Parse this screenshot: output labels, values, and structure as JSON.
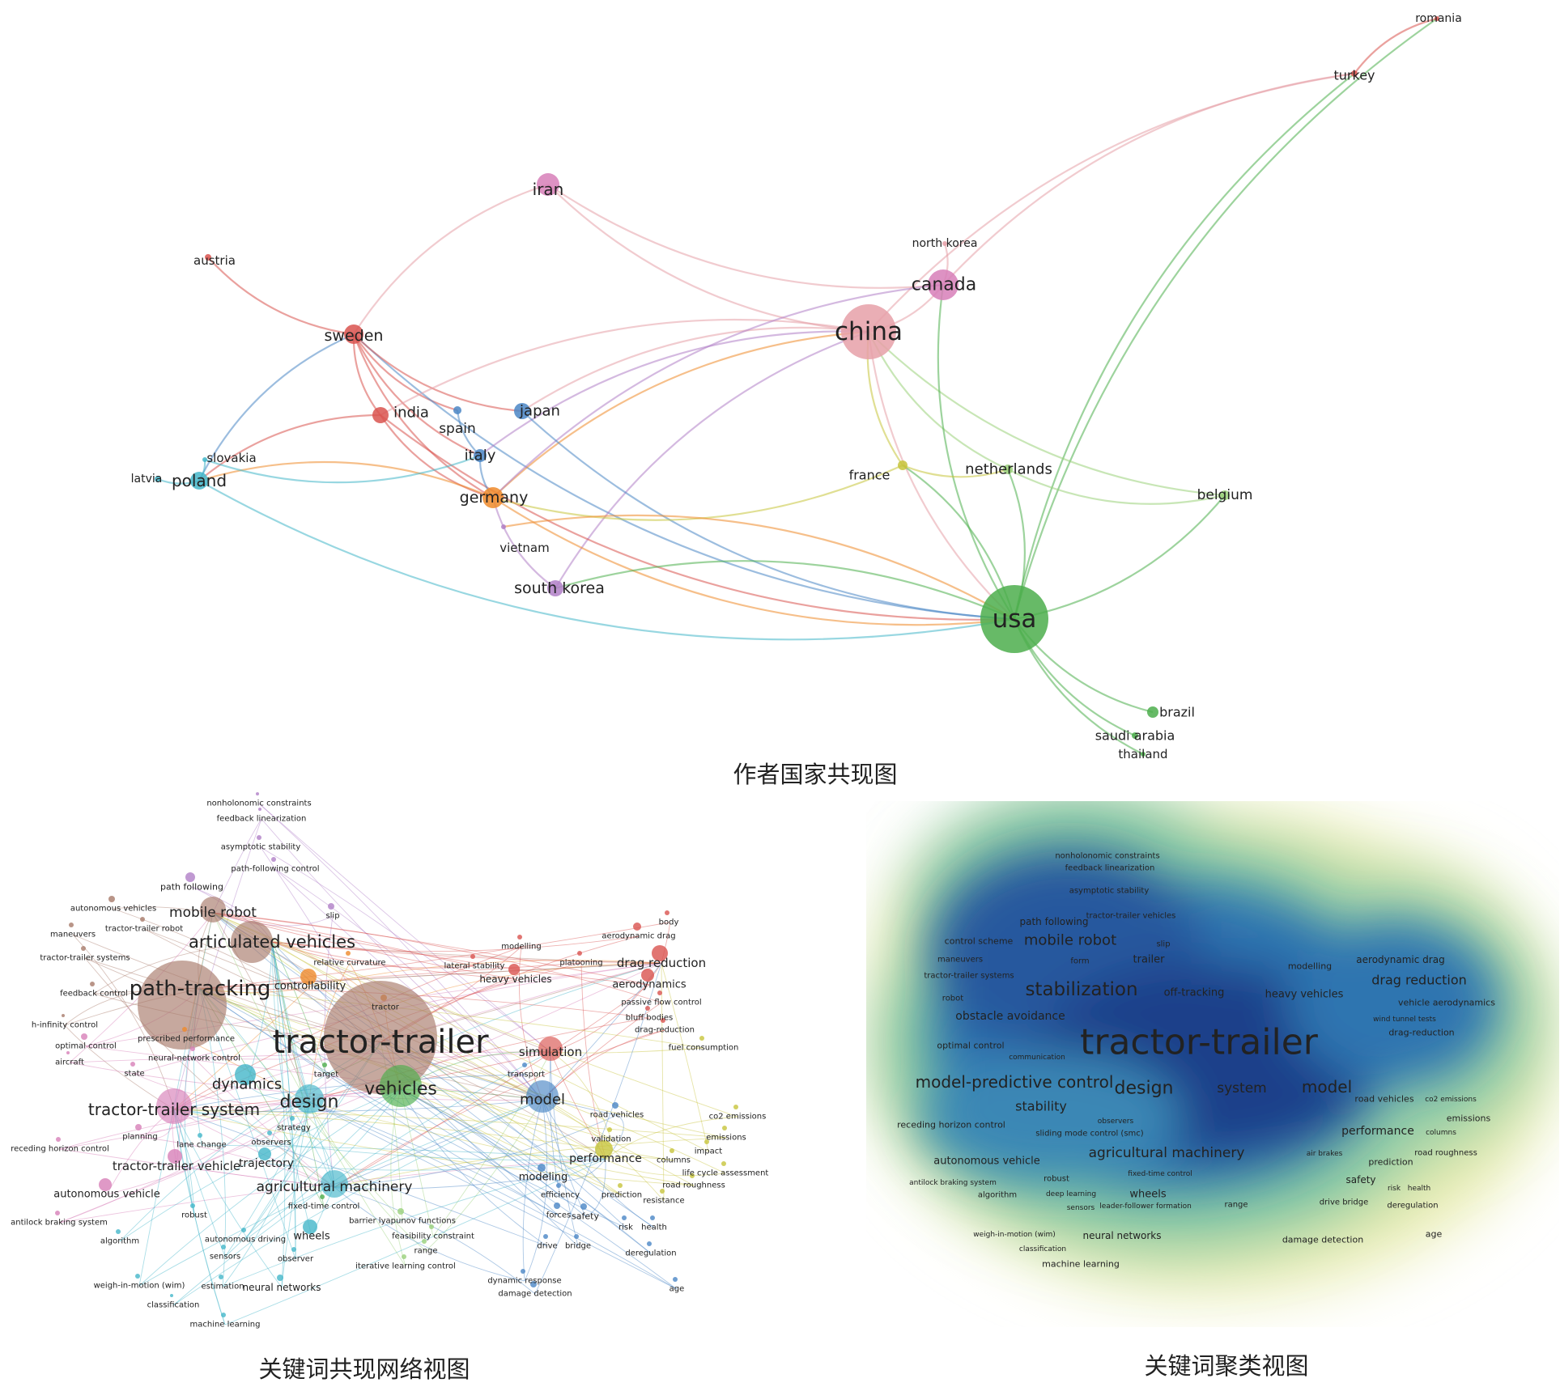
{
  "captions": {
    "country_map": "作者国家共现图",
    "keyword_network": "关键词共现网络视图",
    "keyword_density": "关键词聚类视图"
  },
  "colors": {
    "red": "#d9534f",
    "pink": "#e6a0a8",
    "green": "#4cae4c",
    "blue": "#4a86c5",
    "orange": "#ef8a2a",
    "purple": "#b07fc7",
    "magenta": "#d77fb8",
    "yellow": "#c7c43b",
    "cyan": "#44b6c9",
    "brown": "#a87a6a",
    "light_green": "#9ad17a"
  },
  "countries": [
    {
      "name": "romania",
      "c": "red",
      "r": 3
    },
    {
      "name": "turkey",
      "c": "red",
      "r": 4
    },
    {
      "name": "iran",
      "c": "magenta",
      "r": 14
    },
    {
      "name": "austria",
      "c": "red",
      "r": 4
    },
    {
      "name": "north korea",
      "c": "pink",
      "r": 3
    },
    {
      "name": "canada",
      "c": "magenta",
      "r": 19
    },
    {
      "name": "sweden",
      "c": "red",
      "r": 12
    },
    {
      "name": "china",
      "c": "pink",
      "r": 34
    },
    {
      "name": "india",
      "c": "red",
      "r": 10
    },
    {
      "name": "japan",
      "c": "blue",
      "r": 10
    },
    {
      "name": "spain",
      "c": "blue",
      "r": 5
    },
    {
      "name": "italy",
      "c": "blue",
      "r": 8
    },
    {
      "name": "slovakia",
      "c": "cyan",
      "r": 3
    },
    {
      "name": "latvia",
      "c": "cyan",
      "r": 4
    },
    {
      "name": "poland",
      "c": "cyan",
      "r": 11
    },
    {
      "name": "germany",
      "c": "orange",
      "r": 13
    },
    {
      "name": "france",
      "c": "yellow",
      "r": 6
    },
    {
      "name": "netherlands",
      "c": "light_green",
      "r": 6
    },
    {
      "name": "belgium",
      "c": "light_green",
      "r": 6
    },
    {
      "name": "vietnam",
      "c": "purple",
      "r": 3
    },
    {
      "name": "south korea",
      "c": "purple",
      "r": 10
    },
    {
      "name": "usa",
      "c": "green",
      "r": 42
    },
    {
      "name": "brazil",
      "c": "green",
      "r": 7
    },
    {
      "name": "saudi arabia",
      "c": "green",
      "r": 4
    },
    {
      "name": "thailand",
      "c": "green",
      "r": 3
    }
  ],
  "country_links": [
    [
      "romania",
      "turkey",
      "red"
    ],
    [
      "turkey",
      "china",
      "pink"
    ],
    [
      "turkey",
      "canada",
      "pink"
    ],
    [
      "turkey",
      "usa",
      "green"
    ],
    [
      "romania",
      "usa",
      "green"
    ],
    [
      "iran",
      "sweden",
      "pink"
    ],
    [
      "iran",
      "canada",
      "pink"
    ],
    [
      "iran",
      "china",
      "pink"
    ],
    [
      "austria",
      "sweden",
      "red"
    ],
    [
      "sweden",
      "india",
      "red"
    ],
    [
      "sweden",
      "spain",
      "red"
    ],
    [
      "sweden",
      "italy",
      "red"
    ],
    [
      "sweden",
      "germany",
      "red"
    ],
    [
      "sweden",
      "usa",
      "blue"
    ],
    [
      "sweden",
      "poland",
      "blue"
    ],
    [
      "sweden",
      "japan",
      "red"
    ],
    [
      "china",
      "canada",
      "pink"
    ],
    [
      "china",
      "usa",
      "pink"
    ],
    [
      "china",
      "india",
      "pink"
    ],
    [
      "china",
      "japan",
      "pink"
    ],
    [
      "china",
      "germany",
      "orange"
    ],
    [
      "china",
      "italy",
      "purple"
    ],
    [
      "china",
      "france",
      "yellow"
    ],
    [
      "china",
      "netherlands",
      "light_green"
    ],
    [
      "china",
      "south korea",
      "purple"
    ],
    [
      "china",
      "belgium",
      "light_green"
    ],
    [
      "canada",
      "usa",
      "green"
    ],
    [
      "canada",
      "north korea",
      "pink"
    ],
    [
      "canada",
      "germany",
      "purple"
    ],
    [
      "india",
      "germany",
      "red"
    ],
    [
      "india",
      "usa",
      "red"
    ],
    [
      "india",
      "poland",
      "red"
    ],
    [
      "japan",
      "usa",
      "blue"
    ],
    [
      "spain",
      "italy",
      "blue"
    ],
    [
      "italy",
      "germany",
      "blue"
    ],
    [
      "germany",
      "usa",
      "orange"
    ],
    [
      "germany",
      "poland",
      "orange"
    ],
    [
      "germany",
      "south korea",
      "purple"
    ],
    [
      "germany",
      "france",
      "yellow"
    ],
    [
      "poland",
      "usa",
      "cyan"
    ],
    [
      "poland",
      "slovakia",
      "cyan"
    ],
    [
      "latvia",
      "poland",
      "cyan"
    ],
    [
      "slovakia",
      "italy",
      "cyan"
    ],
    [
      "usa",
      "france",
      "green"
    ],
    [
      "usa",
      "netherlands",
      "green"
    ],
    [
      "usa",
      "belgium",
      "green"
    ],
    [
      "usa",
      "brazil",
      "green"
    ],
    [
      "usa",
      "saudi arabia",
      "green"
    ],
    [
      "usa",
      "thailand",
      "green"
    ],
    [
      "usa",
      "south korea",
      "green"
    ],
    [
      "usa",
      "vietnam",
      "orange"
    ],
    [
      "netherlands",
      "belgium",
      "light_green"
    ],
    [
      "france",
      "netherlands",
      "yellow"
    ]
  ],
  "keywords": [
    {
      "name": "nonholonomic constraints",
      "c": "purple",
      "r": 2
    },
    {
      "name": "feedback linearization",
      "c": "purple",
      "r": 2
    },
    {
      "name": "asymptotic stability",
      "c": "purple",
      "r": 3
    },
    {
      "name": "path-following control",
      "c": "purple",
      "r": 3
    },
    {
      "name": "path following",
      "c": "purple",
      "r": 6
    },
    {
      "name": "autonomous vehicles",
      "c": "brown",
      "r": 4
    },
    {
      "name": "mobile robot",
      "c": "brown",
      "r": 16
    },
    {
      "name": "maneuvers",
      "c": "brown",
      "r": 3
    },
    {
      "name": "tractor-trailer robot",
      "c": "brown",
      "r": 3
    },
    {
      "name": "slip",
      "c": "purple",
      "r": 4
    },
    {
      "name": "articulated vehicles",
      "c": "brown",
      "r": 26
    },
    {
      "name": "tractor-trailer systems",
      "c": "brown",
      "r": 3
    },
    {
      "name": "path-tracking",
      "c": "brown",
      "r": 55
    },
    {
      "name": "controllability",
      "c": "orange",
      "r": 10
    },
    {
      "name": "feedback control",
      "c": "brown",
      "r": 3
    },
    {
      "name": "relative curvature",
      "c": "orange",
      "r": 3
    },
    {
      "name": "h-infinity control",
      "c": "brown",
      "r": 2
    },
    {
      "name": "prescribed performance",
      "c": "orange",
      "r": 3
    },
    {
      "name": "tractor",
      "c": "orange",
      "r": 4
    },
    {
      "name": "optimal control",
      "c": "magenta",
      "r": 4
    },
    {
      "name": "tractor-trailer",
      "c": "brown",
      "r": 70
    },
    {
      "name": "neural-network control",
      "c": "magenta",
      "r": 3
    },
    {
      "name": "aircraft",
      "c": "magenta",
      "r": 2
    },
    {
      "name": "state",
      "c": "magenta",
      "r": 3
    },
    {
      "name": "target",
      "c": "green",
      "r": 3
    },
    {
      "name": "dynamics",
      "c": "cyan",
      "r": 13
    },
    {
      "name": "design",
      "c": "cyan",
      "r": 18
    },
    {
      "name": "vehicles",
      "c": "green",
      "r": 26
    },
    {
      "name": "tractor-trailer system",
      "c": "magenta",
      "r": 22
    },
    {
      "name": "strategy",
      "c": "cyan",
      "r": 3
    },
    {
      "name": "planning",
      "c": "magenta",
      "r": 4
    },
    {
      "name": "lane change",
      "c": "cyan",
      "r": 3
    },
    {
      "name": "observers",
      "c": "cyan",
      "r": 3
    },
    {
      "name": "receding horizon control",
      "c": "magenta",
      "r": 3
    },
    {
      "name": "tractor-trailer vehicle",
      "c": "magenta",
      "r": 9
    },
    {
      "name": "trajectory",
      "c": "cyan",
      "r": 8
    },
    {
      "name": "agricultural machinery",
      "c": "cyan",
      "r": 17
    },
    {
      "name": "autonomous vehicle",
      "c": "magenta",
      "r": 8
    },
    {
      "name": "fixed-time control",
      "c": "green",
      "r": 3
    },
    {
      "name": "robust",
      "c": "cyan",
      "r": 3
    },
    {
      "name": "barrier lyapunov functions",
      "c": "light_green",
      "r": 4
    },
    {
      "name": "antilock braking system",
      "c": "magenta",
      "r": 3
    },
    {
      "name": "autonomous driving",
      "c": "cyan",
      "r": 3
    },
    {
      "name": "wheels",
      "c": "cyan",
      "r": 9
    },
    {
      "name": "feasibility constraint",
      "c": "light_green",
      "r": 3
    },
    {
      "name": "algorithm",
      "c": "cyan",
      "r": 3
    },
    {
      "name": "range",
      "c": "light_green",
      "r": 3
    },
    {
      "name": "sensors",
      "c": "cyan",
      "r": 3
    },
    {
      "name": "observer",
      "c": "cyan",
      "r": 3
    },
    {
      "name": "iterative learning control",
      "c": "light_green",
      "r": 3
    },
    {
      "name": "weigh-in-motion (wim)",
      "c": "cyan",
      "r": 3
    },
    {
      "name": "estimation",
      "c": "cyan",
      "r": 3
    },
    {
      "name": "neural networks",
      "c": "cyan",
      "r": 4
    },
    {
      "name": "classification",
      "c": "cyan",
      "r": 2
    },
    {
      "name": "machine learning",
      "c": "cyan",
      "r": 3
    },
    {
      "name": "body",
      "c": "red",
      "r": 3
    },
    {
      "name": "aerodynamic drag",
      "c": "red",
      "r": 5
    },
    {
      "name": "modelling",
      "c": "red",
      "r": 3
    },
    {
      "name": "platooning",
      "c": "red",
      "r": 3
    },
    {
      "name": "drag reduction",
      "c": "red",
      "r": 10
    },
    {
      "name": "lateral stability",
      "c": "red",
      "r": 3
    },
    {
      "name": "heavy vehicles",
      "c": "red",
      "r": 7
    },
    {
      "name": "aerodynamics",
      "c": "red",
      "r": 8
    },
    {
      "name": "passive flow control",
      "c": "red",
      "r": 3
    },
    {
      "name": "bluff bodies",
      "c": "red",
      "r": 3
    },
    {
      "name": "drag-reduction",
      "c": "red",
      "r": 3
    },
    {
      "name": "fuel consumption",
      "c": "yellow",
      "r": 3
    },
    {
      "name": "simulation",
      "c": "red",
      "r": 15
    },
    {
      "name": "transport",
      "c": "blue",
      "r": 3
    },
    {
      "name": "model",
      "c": "blue",
      "r": 20
    },
    {
      "name": "road vehicles",
      "c": "blue",
      "r": 4
    },
    {
      "name": "co2 emissions",
      "c": "yellow",
      "r": 3
    },
    {
      "name": "validation",
      "c": "yellow",
      "r": 3
    },
    {
      "name": "emissions",
      "c": "yellow",
      "r": 3
    },
    {
      "name": "impact",
      "c": "yellow",
      "r": 3
    },
    {
      "name": "performance",
      "c": "yellow",
      "r": 11
    },
    {
      "name": "columns",
      "c": "yellow",
      "r": 3
    },
    {
      "name": "life cycle assessment",
      "c": "yellow",
      "r": 3
    },
    {
      "name": "road roughness",
      "c": "yellow",
      "r": 3
    },
    {
      "name": "modeling",
      "c": "blue",
      "r": 5
    },
    {
      "name": "efficiency",
      "c": "blue",
      "r": 3
    },
    {
      "name": "prediction",
      "c": "yellow",
      "r": 3
    },
    {
      "name": "resistance",
      "c": "yellow",
      "r": 3
    },
    {
      "name": "forces",
      "c": "blue",
      "r": 4
    },
    {
      "name": "safety",
      "c": "blue",
      "r": 4
    },
    {
      "name": "risk",
      "c": "blue",
      "r": 3
    },
    {
      "name": "health",
      "c": "blue",
      "r": 3
    },
    {
      "name": "drive",
      "c": "blue",
      "r": 3
    },
    {
      "name": "bridge",
      "c": "blue",
      "r": 3
    },
    {
      "name": "deregulation",
      "c": "blue",
      "r": 3
    },
    {
      "name": "dynamic response",
      "c": "blue",
      "r": 3
    },
    {
      "name": "damage detection",
      "c": "blue",
      "r": 4
    },
    {
      "name": "age",
      "c": "blue",
      "r": 3
    }
  ],
  "density_labels": [
    "nonholonomic constraints",
    "feedback linearization",
    "asymptotic stability",
    "path following",
    "tractor-trailer vehicles",
    "control scheme",
    "mobile robot",
    "slip",
    "maneuvers",
    "trailer",
    "form",
    "tractor-trailer systems",
    "stabilization",
    "off-tracking",
    "modelling",
    "aerodynamic drag",
    "drag reduction",
    "heavy vehicles",
    "robot",
    "vehicle aerodynamics",
    "obstacle avoidance",
    "wind tunnel tests",
    "drag-reduction",
    "tractor-trailer",
    "optimal control",
    "communication",
    "model-predictive control",
    "design",
    "system",
    "model",
    "road vehicles",
    "co2 emissions",
    "stability",
    "emissions",
    "observers",
    "receding horizon control",
    "sliding mode control (smc)",
    "performance",
    "columns",
    "agricultural machinery",
    "air brakes",
    "road roughness",
    "autonomous vehicle",
    "prediction",
    "fixed-time control",
    "robust",
    "safety",
    "risk",
    "health",
    "antilock braking system",
    "algorithm",
    "deep learning",
    "wheels",
    "drive bridge",
    "deregulation",
    "sensors",
    "leader-follower formation",
    "range",
    "weigh-in-motion (wim)",
    "neural networks",
    "damage detection",
    "age",
    "classification",
    "machine learning"
  ]
}
